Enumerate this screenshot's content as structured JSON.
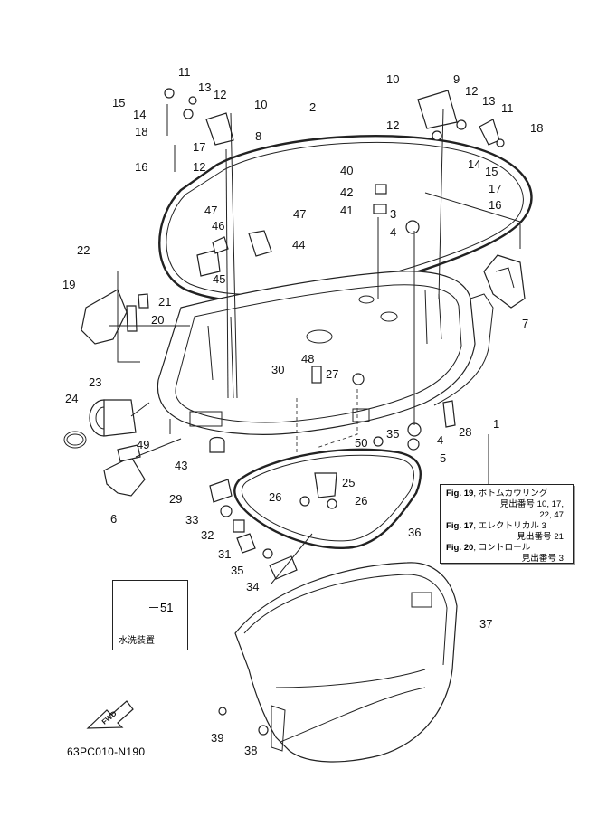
{
  "diagram_code": "63PC010-N190",
  "fwd_label": "FWD",
  "wash_box": {
    "label": "水洗装置",
    "part": "51"
  },
  "ref_box": {
    "rows": [
      {
        "fig": "Fig. 19",
        "text": ", ボトムカウリング",
        "sub": [
          "見出番号 10, 17,",
          "22, 47"
        ]
      },
      {
        "fig": "Fig. 17",
        "text": ", エレクトリカル 3",
        "sub": [
          "見出番号 21"
        ]
      },
      {
        "fig": "Fig. 20",
        "text": ", コントロール",
        "sub": [
          "見出番号 3"
        ]
      }
    ]
  },
  "parts": [
    {
      "id": "p11a",
      "label": "11"
    },
    {
      "id": "p15a",
      "label": "15"
    },
    {
      "id": "p14a",
      "label": "14"
    },
    {
      "id": "p13a",
      "label": "13"
    },
    {
      "id": "p12a",
      "label": "12"
    },
    {
      "id": "p10a",
      "label": "10"
    },
    {
      "id": "p18a",
      "label": "18"
    },
    {
      "id": "p8",
      "label": "8"
    },
    {
      "id": "p17a",
      "label": "17"
    },
    {
      "id": "p12b",
      "label": "12"
    },
    {
      "id": "p16a",
      "label": "16"
    },
    {
      "id": "p2",
      "label": "2"
    },
    {
      "id": "p10b",
      "label": "10"
    },
    {
      "id": "p9",
      "label": "9"
    },
    {
      "id": "p12c",
      "label": "12"
    },
    {
      "id": "p13b",
      "label": "13"
    },
    {
      "id": "p11b",
      "label": "11"
    },
    {
      "id": "p12d",
      "label": "12"
    },
    {
      "id": "p18b",
      "label": "18"
    },
    {
      "id": "p14b",
      "label": "14"
    },
    {
      "id": "p15b",
      "label": "15"
    },
    {
      "id": "p17b",
      "label": "17"
    },
    {
      "id": "p16b",
      "label": "16"
    },
    {
      "id": "p40",
      "label": "40"
    },
    {
      "id": "p42",
      "label": "42"
    },
    {
      "id": "p41",
      "label": "41"
    },
    {
      "id": "p3",
      "label": "3"
    },
    {
      "id": "p4a",
      "label": "4"
    },
    {
      "id": "p47a",
      "label": "47"
    },
    {
      "id": "p46",
      "label": "46"
    },
    {
      "id": "p47b",
      "label": "47"
    },
    {
      "id": "p44",
      "label": "44"
    },
    {
      "id": "p45",
      "label": "45"
    },
    {
      "id": "p22",
      "label": "22"
    },
    {
      "id": "p19",
      "label": "19"
    },
    {
      "id": "p21",
      "label": "21"
    },
    {
      "id": "p20",
      "label": "20"
    },
    {
      "id": "p7",
      "label": "7"
    },
    {
      "id": "p23",
      "label": "23"
    },
    {
      "id": "p24",
      "label": "24"
    },
    {
      "id": "p30",
      "label": "30"
    },
    {
      "id": "p48",
      "label": "48"
    },
    {
      "id": "p27",
      "label": "27"
    },
    {
      "id": "p28",
      "label": "28"
    },
    {
      "id": "p1",
      "label": "1"
    },
    {
      "id": "p49",
      "label": "49"
    },
    {
      "id": "p50",
      "label": "50"
    },
    {
      "id": "p35a",
      "label": "35"
    },
    {
      "id": "p4b",
      "label": "4"
    },
    {
      "id": "p5",
      "label": "5"
    },
    {
      "id": "p43",
      "label": "43"
    },
    {
      "id": "p6",
      "label": "6"
    },
    {
      "id": "p29",
      "label": "29"
    },
    {
      "id": "p25",
      "label": "25"
    },
    {
      "id": "p26a",
      "label": "26"
    },
    {
      "id": "p26b",
      "label": "26"
    },
    {
      "id": "p33",
      "label": "33"
    },
    {
      "id": "p36",
      "label": "36"
    },
    {
      "id": "p32",
      "label": "32"
    },
    {
      "id": "p31",
      "label": "31"
    },
    {
      "id": "p35b",
      "label": "35"
    },
    {
      "id": "p34",
      "label": "34"
    },
    {
      "id": "p37",
      "label": "37"
    },
    {
      "id": "p39",
      "label": "39"
    },
    {
      "id": "p38",
      "label": "38"
    }
  ]
}
